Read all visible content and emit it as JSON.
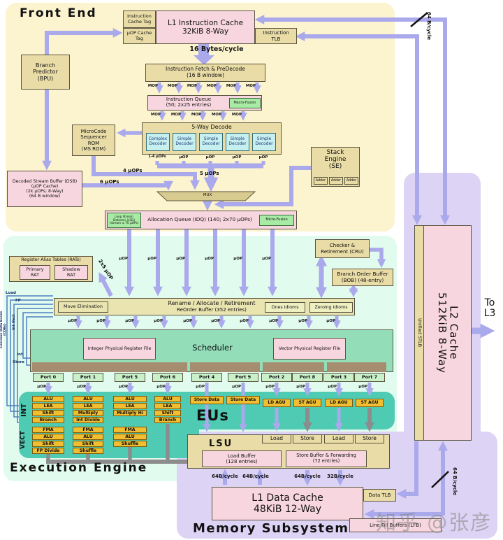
{
  "shared": {
    "mop": "MOP",
    "uop": "μOP"
  },
  "front_end": {
    "title": "Front End",
    "icache_tag": "Instruction\nCache Tag",
    "uop_cache_tag": "μOP Cache\nTag",
    "l1i": "L1 Instruction Cache\n32KiB 8-Way",
    "itlb": "Instruction\nTLB",
    "bw_16b": "16 Bytes/cycle",
    "fetch": "Instruction Fetch & PreDecode\n(16 B window)",
    "iq": "Instruction Queue\n(50; 2x25 entries)",
    "macro_fusion": "Macro-Fusion",
    "decode_title": "5-Way Decode",
    "complex_decoder": "Complex\nDecoder",
    "simple_decoder": "Simple\nDecoder",
    "uops_1_4": "1-4 μOPs",
    "ms_rom": "MicroCode\nSequencer\nROM\n(MS ROM)",
    "bpu": "Branch\nPredictor\n(BPU)",
    "dsb": "Decoded Stream Buffer (DSB)\n(μOP Cache)\n(2k μOPs; 8-Way)\n(64 B window)",
    "stack_engine": "Stack\nEngine\n(SE)",
    "adder": "Adder",
    "uops_4": "4 μOPs",
    "uops_6": "6 μOPs",
    "uops_5": "5 μOPs",
    "mux": "MUX",
    "lsd": "Loop Stream\nDetector (LSD)\n(stream ≤ 70 μOPs)",
    "idq": "Allocation Queue (IDQ) (140; 2x70 μOPs)",
    "micro_fusion": "Micro-Fusion"
  },
  "execution_engine": {
    "title": "Execution Engine",
    "rats_title": "Register Alias Tables (RATs)",
    "primary_rat": "Primary\nRAT",
    "shadow_rat": "Shadow\nRAT",
    "uop_2x5": "2x5 μOP",
    "cru": "Checker &\nRetirement (CRU)",
    "bob": "Branch Order Buffer\n(BOB) (48-entry)",
    "rename_line1": "Rename / Allocate / Retirement",
    "rename_line2": "ReOrder Buffer  (352 entries)",
    "move_elimination": "Move Elimination",
    "ones_idioms": "Ones Idioms",
    "zeroing_idioms": "Zeroing Idioms",
    "scheduler": "Scheduler",
    "int_prf": "Integer Physical Register File",
    "vec_prf": "Vector Physical Register File",
    "ports": [
      "Port 0",
      "Port 1",
      "Port 5",
      "Port 6",
      "Port 4",
      "Port 9",
      "Port 2",
      "Port 8",
      "Port 3",
      "Port 7"
    ],
    "int_label": "INT",
    "vect_label": "VECT",
    "eu_int": [
      [
        "ALU",
        "LEA",
        "Shift",
        "Branch"
      ],
      [
        "ALU",
        "LEA",
        "Multiply",
        "Int Divide"
      ],
      [
        "ALU",
        "LEA",
        "Multiply Hi"
      ],
      [
        "ALU",
        "LEA",
        "Shift",
        "Branch"
      ]
    ],
    "eu_vec": [
      [
        "FMA",
        "ALU",
        "Shift",
        "FP Divide"
      ],
      [
        "FMA",
        "ALU",
        "Shift",
        "Shuffle"
      ],
      [
        "FMA",
        "ALU",
        "Shuffle"
      ]
    ],
    "store_data": "Store Data",
    "agus": [
      "LD AGU",
      "ST AGU",
      "LD AGU",
      "ST AGU"
    ],
    "eus": "EUs",
    "cdb": {
      "load": "Load",
      "fp": "FP",
      "int_vect": "Int Vect",
      "int": "Int",
      "store": "Store",
      "cdbs": "Common Data Buses (CDBs)"
    }
  },
  "memory": {
    "title": "Memory Subsystem",
    "lsu": "LSU",
    "ls_row": [
      "Load",
      "Store",
      "Load",
      "Store"
    ],
    "load_buffer": "Load Buffer\n(128 entries)",
    "store_buffer": "Store Buffer & Forwarding\n(72 entries)",
    "bw": [
      "64B/cycle",
      "64B/cycle",
      "64B/cycle",
      "32B/cycle"
    ],
    "l1d": "L1 Data Cache\n48KiB 12-Way",
    "data_tlb": "Data TLB",
    "lfb": "Line Fill Buffers (LFB)"
  },
  "right_side": {
    "l2": "L2 Cache\n512KiB 8-Way",
    "unified_stlb": "Unified STLB",
    "to_l3": "To\nL3",
    "bw_top": "64 B/cycle",
    "bw_bottom": "64 B/cycle"
  },
  "watermark": "知乎 @张彦飞",
  "colors": {
    "front_end_bg": "#fcf3cf",
    "execution_bg": "#e1fbee",
    "memory_bg": "#ddd3f4",
    "eus_bg": "#4fcbb3",
    "arrow": "#a9a9ec",
    "gray_arrow": "#8c8c8c",
    "tan_box": "#e9dca6",
    "pink_box": "#f8d6e0",
    "gold_box": "#f0be30"
  }
}
